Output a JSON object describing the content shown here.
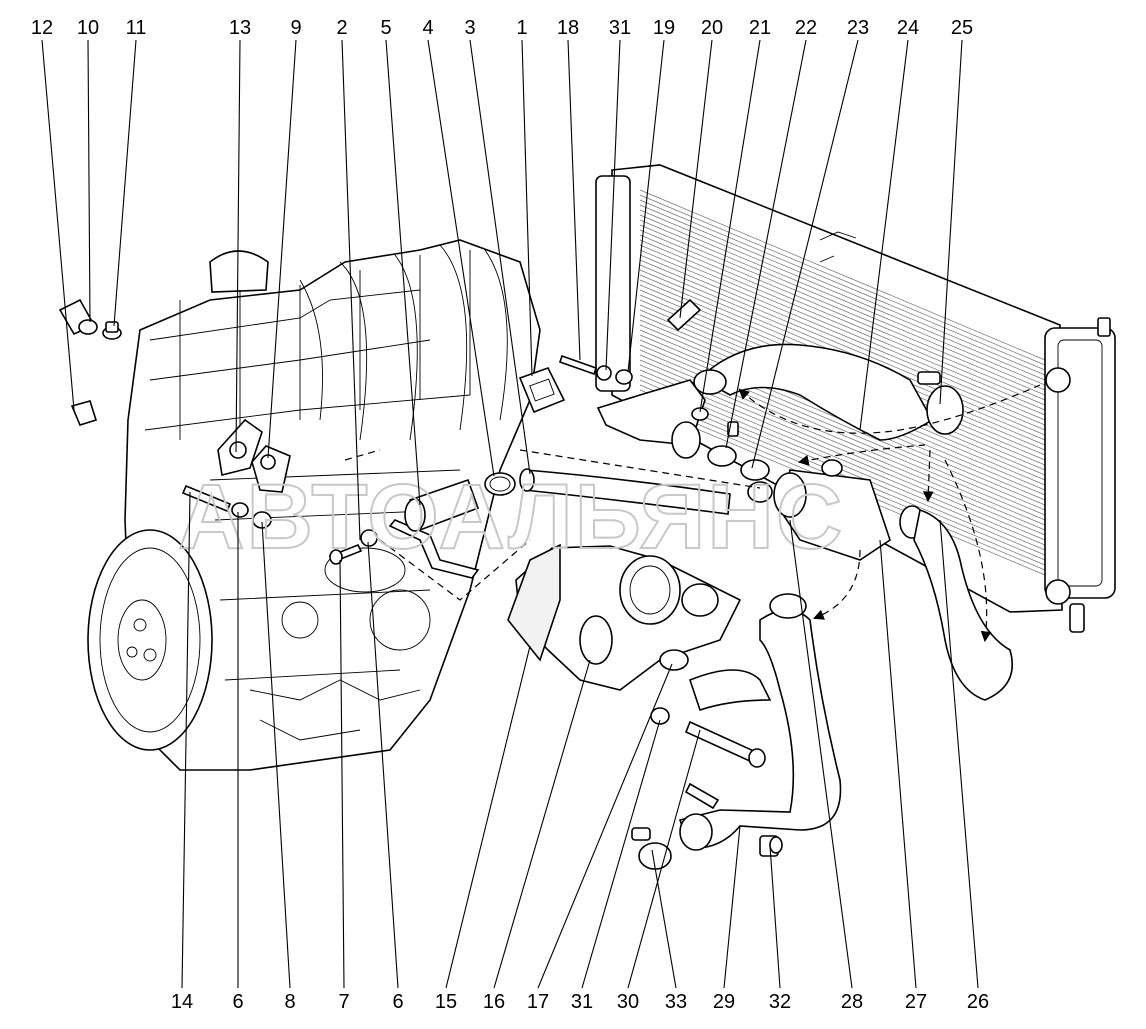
{
  "watermark": "АВТОАЛЬЯНС",
  "top_labels": [
    "12",
    "10",
    "11",
    "13",
    "9",
    "2",
    "5",
    "4",
    "3",
    "1",
    "18",
    "31",
    "19",
    "20",
    "21",
    "22",
    "23",
    "24",
    "25"
  ],
  "bottom_labels": [
    "14",
    "6",
    "8",
    "7",
    "6",
    "15",
    "16",
    "17",
    "31",
    "30",
    "33",
    "29",
    "32",
    "28",
    "27",
    "26"
  ]
}
